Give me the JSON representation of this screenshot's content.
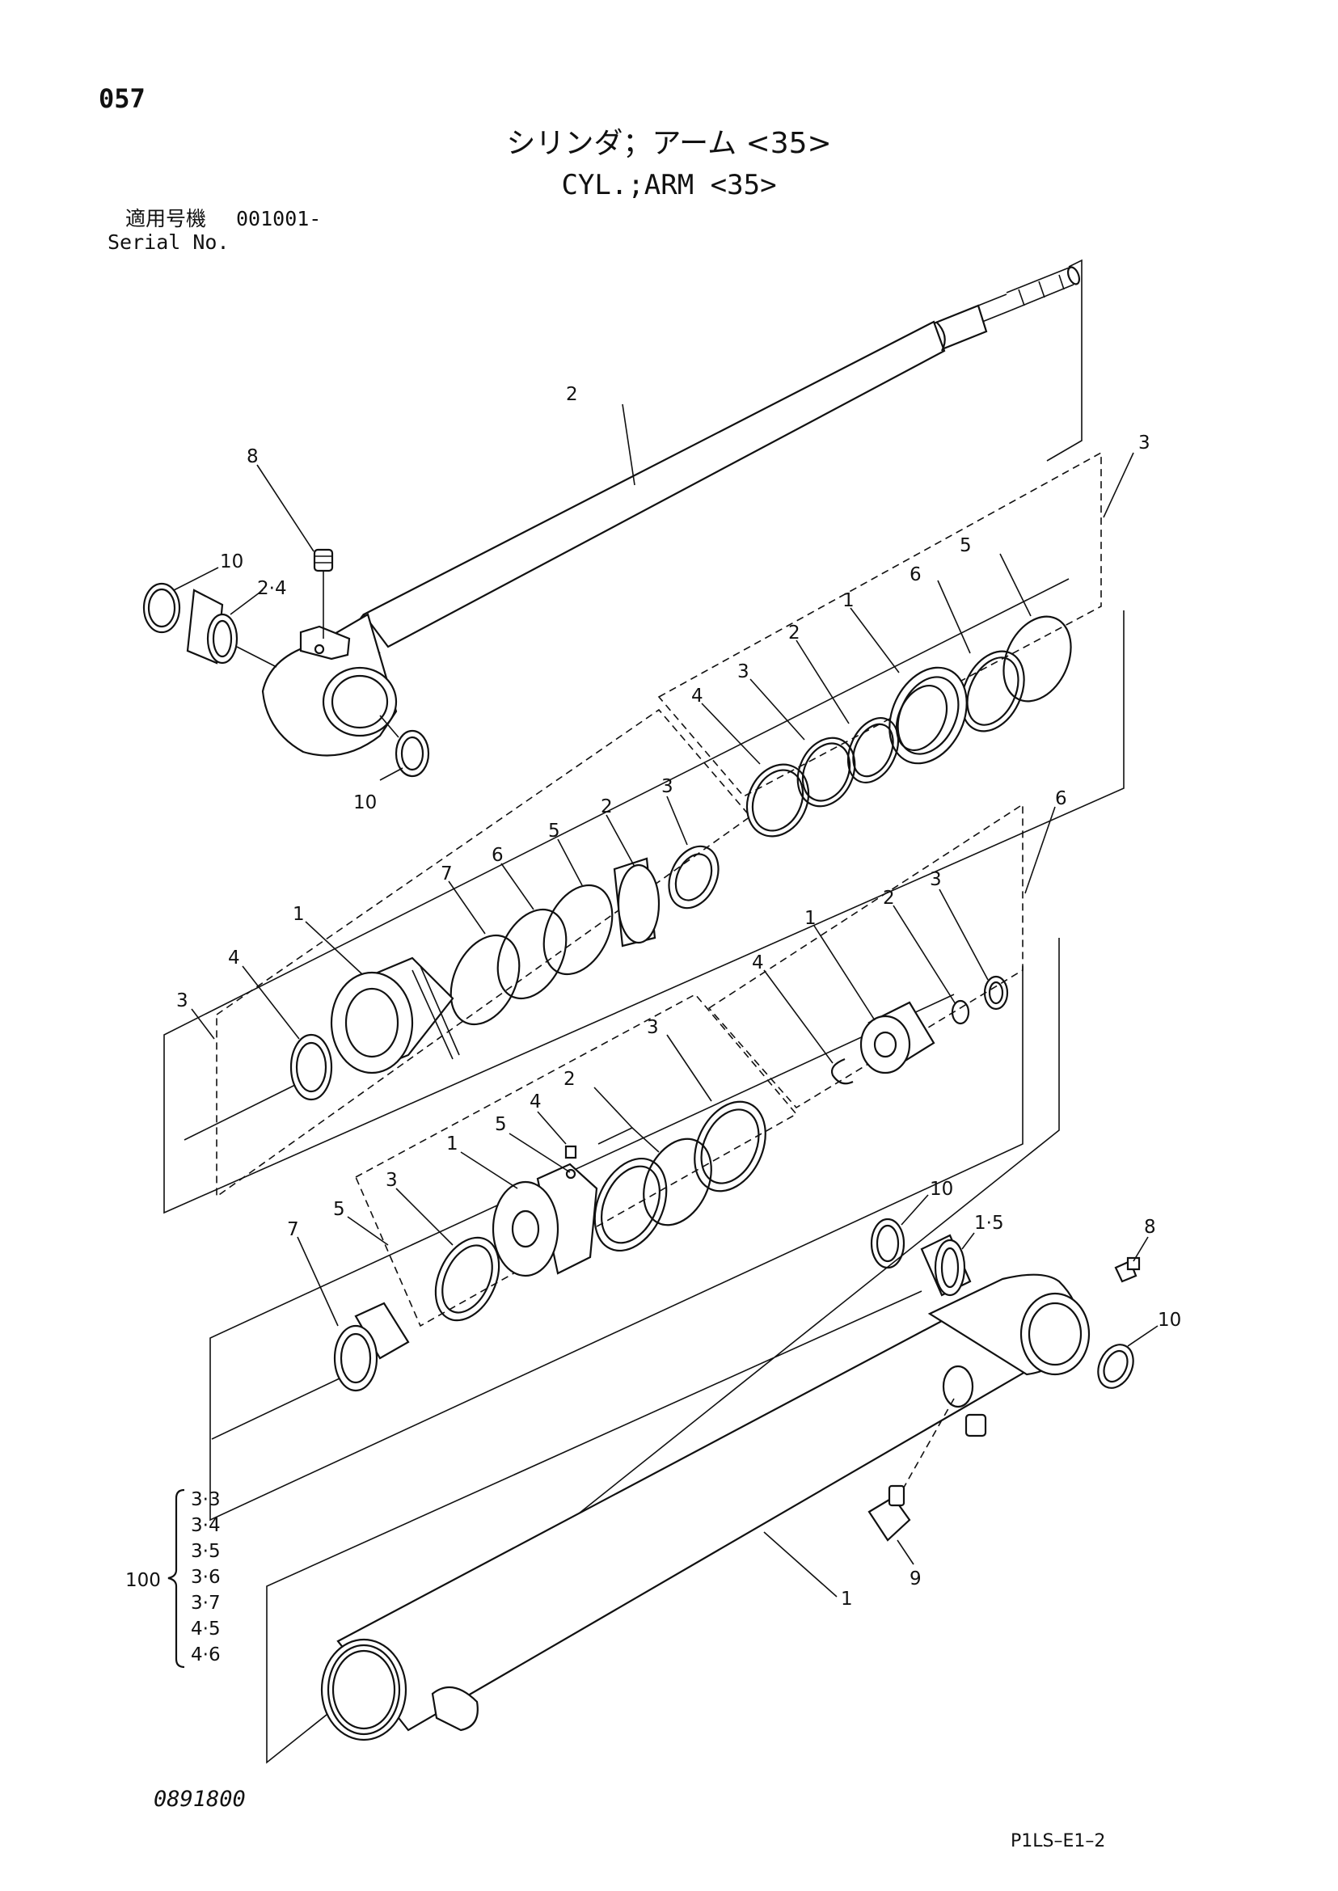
{
  "header": {
    "page_number": "057",
    "title_ja": "シリンダ；アーム <35>",
    "title_en": "CYL.;ARM <35>",
    "serial_label_ja": "適用号機",
    "serial_value": "001001-",
    "serial_label_en": "Serial No."
  },
  "callouts": {
    "rod": "2",
    "rod_grease_fitting": "8",
    "rod_seal_top": "10",
    "rod_bushing": "2·4",
    "rod_seal_bottom": "10",
    "piston_group": "3",
    "piston_seal_5": "5",
    "piston_seal_6": "6",
    "piston_1": "1",
    "piston_2": "2",
    "piston_3": "3",
    "piston_4": "4",
    "head_group": "3",
    "head_4": "4",
    "head_1": "1",
    "head_7": "7",
    "head_6": "6",
    "head_5": "5",
    "head_2": "2",
    "head_3": "3",
    "cushion_group": "6",
    "cushion_4": "4",
    "cushion_1": "1",
    "cushion_2": "2",
    "cushion_3": "3",
    "seal_kit_group": "5",
    "seal_kit_1": "1",
    "seal_kit_3": "3",
    "seal_kit_5": "5",
    "seal_kit_4": "4",
    "seal_kit_2": "2",
    "seal_kit_3b": "3",
    "wiper_7": "7",
    "tube_seal_top": "10",
    "tube_bushing": "1·5",
    "tube_grease_fitting": "8",
    "tube_seal_right": "10",
    "tube_valve": "9",
    "tube": "1"
  },
  "kit": {
    "number": "100",
    "items": [
      "3·3",
      "3·4",
      "3·5",
      "3·6",
      "3·7",
      "4·5",
      "4·6"
    ]
  },
  "footer": {
    "document_number": "0891800",
    "figure_code": "P1LS–E1–2"
  }
}
